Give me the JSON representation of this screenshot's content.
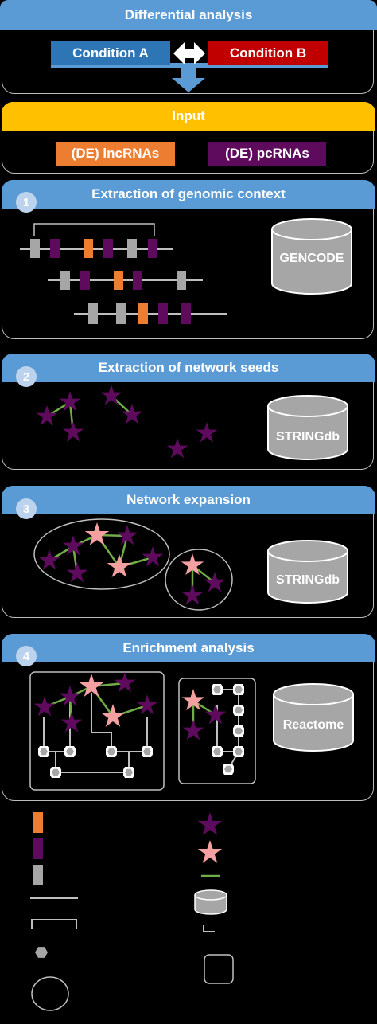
{
  "differential": {
    "title": "Differential analysis",
    "condition_a": "Condition A",
    "condition_b": "Condition B"
  },
  "input": {
    "title": "Input",
    "lnc": "(DE) lncRNAs",
    "pc": "(DE) pcRNAs"
  },
  "steps": [
    {
      "number": "1",
      "title": "Extraction of genomic context",
      "db": "GENCODE"
    },
    {
      "number": "2",
      "title": "Extraction of network seeds",
      "db": "STRINGdb"
    },
    {
      "number": "3",
      "title": "Network expansion",
      "db": "STRINGdb"
    },
    {
      "number": "4",
      "title": "Enrichment analysis",
      "db": "Reactome"
    }
  ],
  "colors": {
    "header_blue": "#5b9bd5",
    "header_yellow": "#ffc000",
    "condition_a": "#2e75b6",
    "condition_b": "#c00000",
    "lncrna": "#ed7d31",
    "pcrna": "#5e0b5e",
    "gray_gene": "#a6a6a6",
    "star_pink": "#f4a0a0",
    "edge_green": "#70ad47"
  }
}
